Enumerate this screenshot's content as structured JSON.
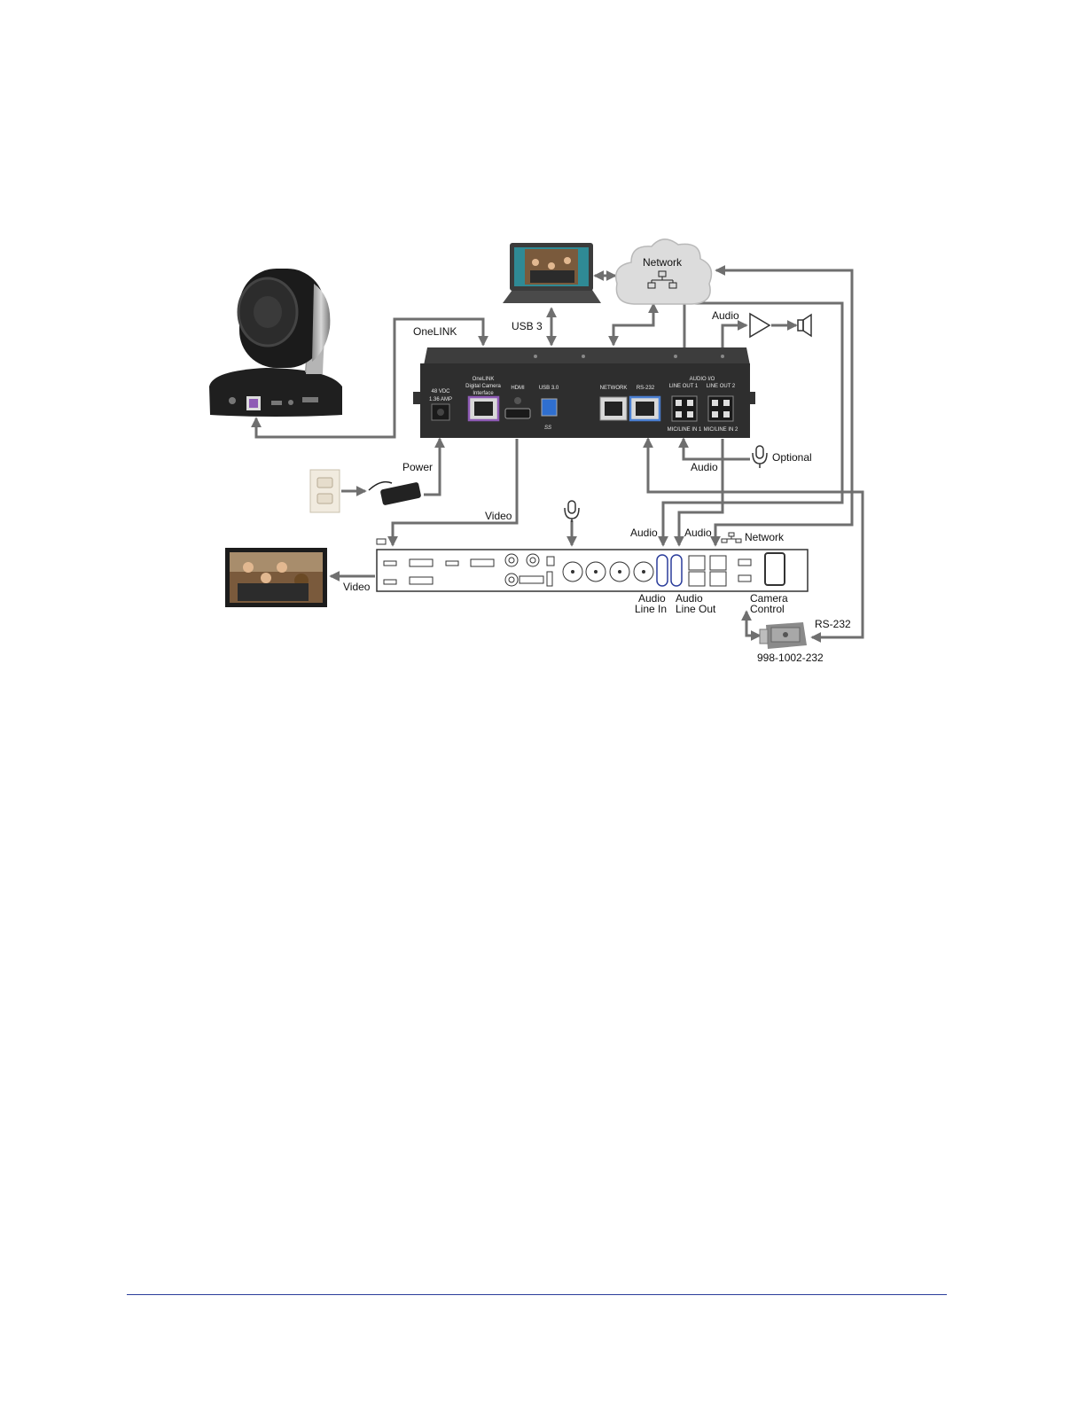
{
  "labels": {
    "onelink": "OneLINK",
    "usb3": "USB 3",
    "network_cloud": "Network",
    "audio_amp": "Audio",
    "audio_mic": "Audio",
    "optional": "Optional",
    "power": "Power",
    "video_top": "Video",
    "video_display": "Video",
    "audio_line_in_arrow": "Audio",
    "audio_line_out_arrow": "Audio",
    "network_codec": "Network",
    "audio_line_in_1": "Audio",
    "audio_line_in_2": "Line In",
    "audio_line_out_1": "Audio",
    "audio_line_out_2": "Line Out",
    "camera_control_1": "Camera",
    "camera_control_2": "Control",
    "rs232": "RS-232",
    "adapter_part": "998-1002-232"
  },
  "panel": {
    "dc_1": "48 VDC",
    "dc_2": "1.36 AMP",
    "onelink_1": "OneLINK",
    "onelink_2": "Digital Camera",
    "onelink_3": "Interface",
    "hdmi": "HDMI",
    "usb30": "USB 3.0",
    "ss": "SS",
    "network": "NETWORK",
    "rs232": "RS-232",
    "audio_io": "AUDIO I/O",
    "line_out_1": "LINE OUT 1",
    "line_out_2": "LINE OUT 2",
    "mic_line_1": "MIC/LINE IN 1",
    "mic_line_2": "MIC/LINE IN 2"
  },
  "colors": {
    "wire": "#6f6f6f",
    "device_body": "#2e2e2e",
    "onelink_port": "#8e5bb5",
    "usb_port": "#2f6fd0",
    "rs232_port": "#4a7fd1",
    "cloud": "#dcdcdc",
    "footer_rule": "#2b3d9b"
  },
  "icons": [
    "camera-icon",
    "laptop-icon",
    "network-icon",
    "amplifier-icon",
    "speaker-icon",
    "microphone-icon",
    "wall-outlet-icon",
    "power-adapter-icon",
    "display-icon",
    "codec-icon",
    "db9-adapter-icon"
  ]
}
